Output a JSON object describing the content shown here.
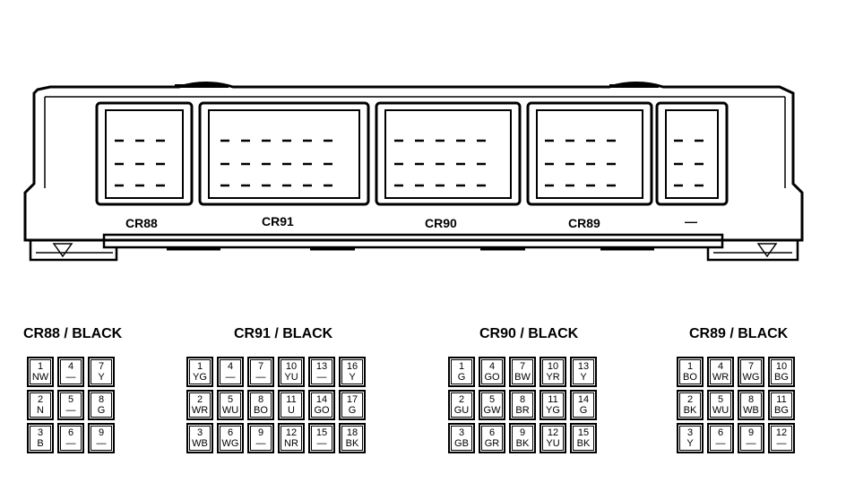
{
  "module_labels": [
    "CR88",
    "CR91",
    "CR90",
    "CR89",
    "—"
  ],
  "connectors": [
    {
      "title": "CR88 / BLACK",
      "pins": [
        {
          "n": "1",
          "c": "NW"
        },
        {
          "n": "2",
          "c": "N"
        },
        {
          "n": "3",
          "c": "B"
        },
        {
          "n": "4",
          "c": "—"
        },
        {
          "n": "5",
          "c": "—"
        },
        {
          "n": "6",
          "c": "—"
        },
        {
          "n": "7",
          "c": "Y"
        },
        {
          "n": "8",
          "c": "G"
        },
        {
          "n": "9",
          "c": "—"
        }
      ]
    },
    {
      "title": "CR91 / BLACK",
      "pins": [
        {
          "n": "1",
          "c": "YG"
        },
        {
          "n": "2",
          "c": "WR"
        },
        {
          "n": "3",
          "c": "WB"
        },
        {
          "n": "4",
          "c": "—"
        },
        {
          "n": "5",
          "c": "WU"
        },
        {
          "n": "6",
          "c": "WG"
        },
        {
          "n": "7",
          "c": "—"
        },
        {
          "n": "8",
          "c": "BO"
        },
        {
          "n": "9",
          "c": "—"
        },
        {
          "n": "10",
          "c": "YU"
        },
        {
          "n": "11",
          "c": "U"
        },
        {
          "n": "12",
          "c": "NR"
        },
        {
          "n": "13",
          "c": "—"
        },
        {
          "n": "14",
          "c": "GO"
        },
        {
          "n": "15",
          "c": "—"
        },
        {
          "n": "16",
          "c": "Y"
        },
        {
          "n": "17",
          "c": "G"
        },
        {
          "n": "18",
          "c": "BK"
        }
      ]
    },
    {
      "title": "CR90 / BLACK",
      "pins": [
        {
          "n": "1",
          "c": "G"
        },
        {
          "n": "2",
          "c": "GU"
        },
        {
          "n": "3",
          "c": "GB"
        },
        {
          "n": "4",
          "c": "GO"
        },
        {
          "n": "5",
          "c": "GW"
        },
        {
          "n": "6",
          "c": "GR"
        },
        {
          "n": "7",
          "c": "BW"
        },
        {
          "n": "8",
          "c": "BR"
        },
        {
          "n": "9",
          "c": "BK"
        },
        {
          "n": "10",
          "c": "YR"
        },
        {
          "n": "11",
          "c": "YG"
        },
        {
          "n": "12",
          "c": "YU"
        },
        {
          "n": "13",
          "c": "Y"
        },
        {
          "n": "14",
          "c": "G"
        },
        {
          "n": "15",
          "c": "BK"
        }
      ]
    },
    {
      "title": "CR89 / BLACK",
      "pins": [
        {
          "n": "1",
          "c": "BO"
        },
        {
          "n": "2",
          "c": "BK"
        },
        {
          "n": "3",
          "c": "Y"
        },
        {
          "n": "4",
          "c": "WR"
        },
        {
          "n": "5",
          "c": "WU"
        },
        {
          "n": "6",
          "c": "—"
        },
        {
          "n": "7",
          "c": "WG"
        },
        {
          "n": "8",
          "c": "WB"
        },
        {
          "n": "9",
          "c": "—"
        },
        {
          "n": "10",
          "c": "BG"
        },
        {
          "n": "11",
          "c": "BG"
        },
        {
          "n": "12",
          "c": "—"
        }
      ]
    }
  ]
}
